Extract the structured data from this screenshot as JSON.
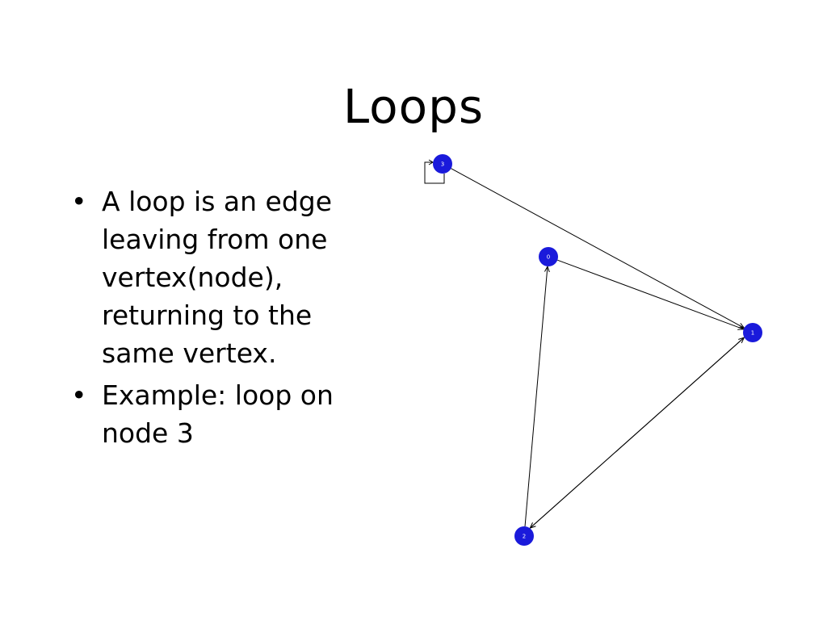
{
  "slide": {
    "title": "Loops",
    "bullets": [
      "A loop is an edge leaving from one vertex(node), returning to the same vertex.",
      "Example: loop on node 3"
    ]
  },
  "graph": {
    "node_color": "#1a1adb",
    "edge_color": "#000000",
    "nodes": [
      {
        "id": "3",
        "label": "3"
      },
      {
        "id": "0",
        "label": "0"
      },
      {
        "id": "1",
        "label": "1"
      },
      {
        "id": "2",
        "label": "2"
      }
    ],
    "edges": [
      {
        "from": "3",
        "to": "1"
      },
      {
        "from": "0",
        "to": "1"
      },
      {
        "from": "1",
        "to": "2"
      },
      {
        "from": "2",
        "to": "1"
      },
      {
        "from": "2",
        "to": "0"
      },
      {
        "from": "3",
        "to": "3",
        "loop": true
      }
    ]
  }
}
